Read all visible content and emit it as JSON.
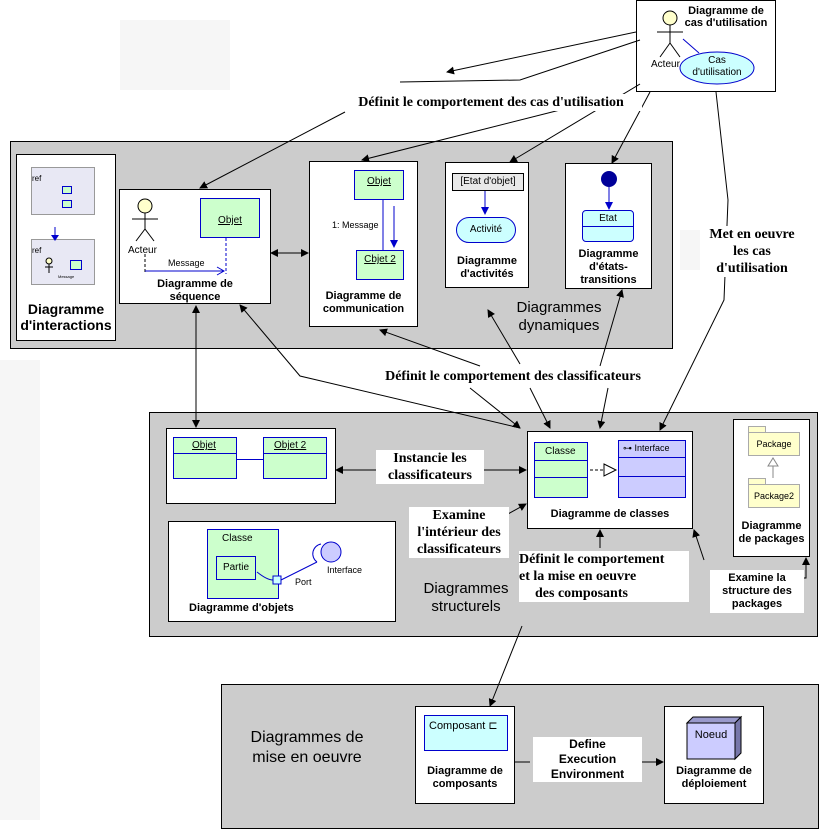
{
  "top": {
    "use_case": {
      "title_line1": "Diagramme de",
      "title_line2": "cas d'utilisation",
      "actor": "Acteur",
      "case_line1": "Cas",
      "case_line2": "d'utilisation"
    }
  },
  "groups": {
    "dynamic": {
      "line1": "Diagrammes",
      "line2": "dynamiques"
    },
    "structural": {
      "line1": "Diagrammes",
      "line2": "structurels"
    },
    "deployment": {
      "line1": "Diagrammes de",
      "line2": "mise en oeuvre"
    }
  },
  "cards": {
    "interactions": {
      "ref1": "ref",
      "ref2": "ref",
      "mini_msg": "Message",
      "title_line1": "Diagramme",
      "title_line2": "d'interactions"
    },
    "sequence": {
      "actor": "Acteur",
      "object": "Objet",
      "message": "Message",
      "title_line1": "Diagramme de",
      "title_line2": "séquence"
    },
    "communication": {
      "object1": "Objet",
      "message": "1: Message",
      "object2": "Cbjet 2",
      "title_line1": "Diagramme de",
      "title_line2": "communication"
    },
    "activity": {
      "state": "[Etat d'objet]",
      "activity": "Activité",
      "title_line1": "Diagramme",
      "title_line2": "d'activités"
    },
    "statechart": {
      "state": "Etat",
      "title_line1": "Diagramme",
      "title_line2": "d'états-",
      "title_line3": "transitions"
    },
    "objects_top": {
      "object1": "Objet",
      "object2": "Objet 2"
    },
    "classes": {
      "class": "Classe",
      "interface": "Interface",
      "title": "Diagramme de classes"
    },
    "packages": {
      "package1": "Package",
      "package2": "Package2",
      "title_line1": "Diagramme",
      "title_line2": "de packages"
    },
    "object_diagram": {
      "class": "Classe",
      "part": "Partie",
      "interface": "Interface",
      "port": "Port",
      "title": "Diagramme d'objets"
    },
    "components": {
      "component": "Composant",
      "title_line1": "Diagramme de",
      "title_line2": "composants"
    },
    "deployment": {
      "node": "Noeud",
      "title_line1": "Diagramme de",
      "title_line2": "déploiement"
    }
  },
  "notes": {
    "defines_use_cases": "Définit le comportement des cas d'utilisation",
    "implements_line1": "Met en oeuvre",
    "implements_line2": "les cas d'utilisation",
    "defines_classifiers": "Définit le comportement des classificateurs",
    "instantiates_line1": "Instancie les",
    "instantiates_line2": "classificateurs",
    "examines_inside_line1": "Examine",
    "examines_inside_line2": "l'intérieur des",
    "examines_inside_line3": "classificateurs",
    "defines_components_line1": "Définit le comportement",
    "defines_components_line2": "et la mise en oeuvre",
    "defines_components_line3": "des composants",
    "examines_packages_line1": "Examine la",
    "examines_packages_line2": "structure des",
    "examines_packages_line3": "packages",
    "execution_env_line1": "Define",
    "execution_env_line2": "Execution",
    "execution_env_line3": "Environment"
  },
  "colors": {
    "group_bg": "#cccccc",
    "object_fill": "#ccffcc",
    "object_border": "#0000cc",
    "cyan_fill": "#ccffff",
    "node_fill": "#ccccff"
  }
}
